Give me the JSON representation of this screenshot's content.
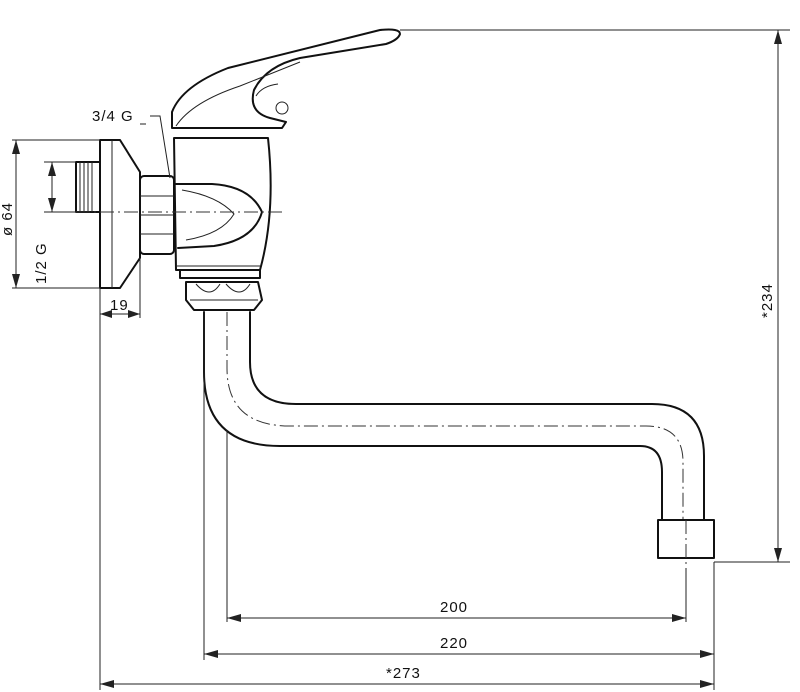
{
  "labels": {
    "thread_top": "3/4 G",
    "diameter": "ø 64",
    "thread_left": "1/2 G",
    "wall_offset": "19",
    "height": "*234",
    "spout_200": "200",
    "spout_220": "220",
    "total": "*273"
  }
}
